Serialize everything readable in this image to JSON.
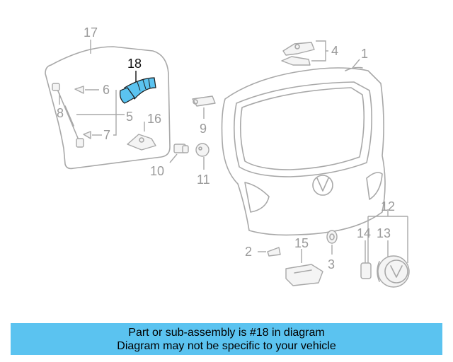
{
  "callouts": {
    "c1": "1",
    "c2": "2",
    "c3": "3",
    "c4": "4",
    "c5": "5",
    "c6": "6",
    "c7": "7",
    "c8": "8",
    "c9": "9",
    "c10": "10",
    "c11": "11",
    "c12": "12",
    "c13": "13",
    "c14": "14",
    "c15": "15",
    "c16": "16",
    "c17": "17",
    "c18": "18"
  },
  "highlight": {
    "part": "18",
    "color": "#5bc3f0"
  },
  "caption": {
    "line1": "Part or sub-assembly is #18 in diagram",
    "line2": "Diagram may not be specific to your vehicle",
    "background": "#5bc3f0"
  }
}
